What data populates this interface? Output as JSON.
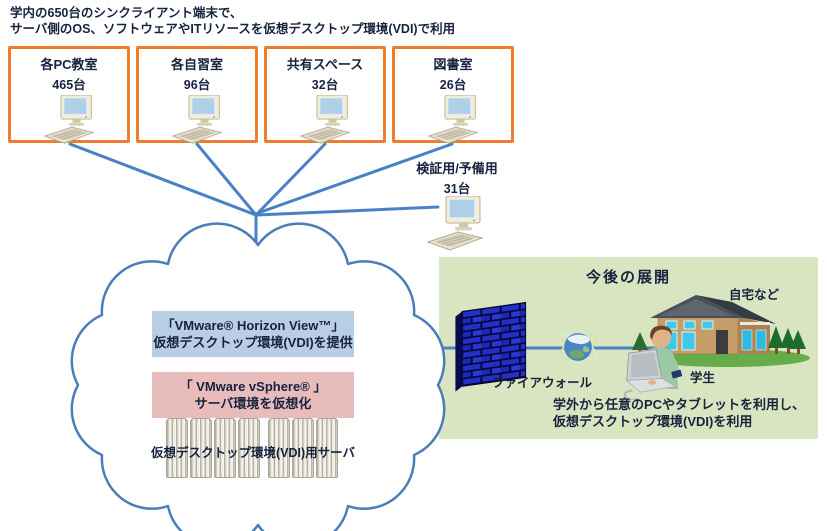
{
  "header": {
    "line1": "学内の650台のシンクライアント端末で、",
    "line2": "サーバ側のOS、ソフトウェアやITリソースを仮想デスクトップ環境(VDI)で利用"
  },
  "client_groups": [
    {
      "name": "各PC教室",
      "count": "465台"
    },
    {
      "name": "各自習室",
      "count": "96台"
    },
    {
      "name": "共有スペース",
      "count": "32台"
    },
    {
      "name": "図書室",
      "count": "26台"
    }
  ],
  "spare": {
    "name": "検証用/予備用",
    "count": "31台"
  },
  "cloud": {
    "horizon_box": {
      "line1": "「VMware® Horizon View™」",
      "line2": "仮想デスクトップ環境(VDI)を提供"
    },
    "vsphere_box": {
      "line1": "「 VMware vSphere® 」",
      "line2": "サーバ環境を仮想化"
    },
    "servers_label": "仮想デスクトップ環境(VDI)用サーバ"
  },
  "future": {
    "title": "今後の展開",
    "home_label": "自宅など",
    "firewall_label": "ファイアウォール",
    "student_label": "学生",
    "desc_line1": "学外から任意のPCやタブレットを利用し、",
    "desc_line2": "仮想デスクトップ環境(VDI)を利用"
  },
  "icons": {
    "pc": "desktop-pc-icon",
    "firewall": "brick-firewall-icon",
    "globe": "internet-globe-icon",
    "house": "home-icon",
    "student": "student-laptop-icon",
    "servers": "server-towers-icon",
    "cloud": "cloud-shape"
  },
  "colors": {
    "client_box_border": "#ee7d2d",
    "connection_line": "#4a80c8",
    "cloud_outline": "#4a7ebb",
    "horizon_box_bg": "#b9cde4",
    "vsphere_box_bg": "#e9bcbc",
    "future_box_bg": "#d9e4c0",
    "text": "#16223e"
  }
}
